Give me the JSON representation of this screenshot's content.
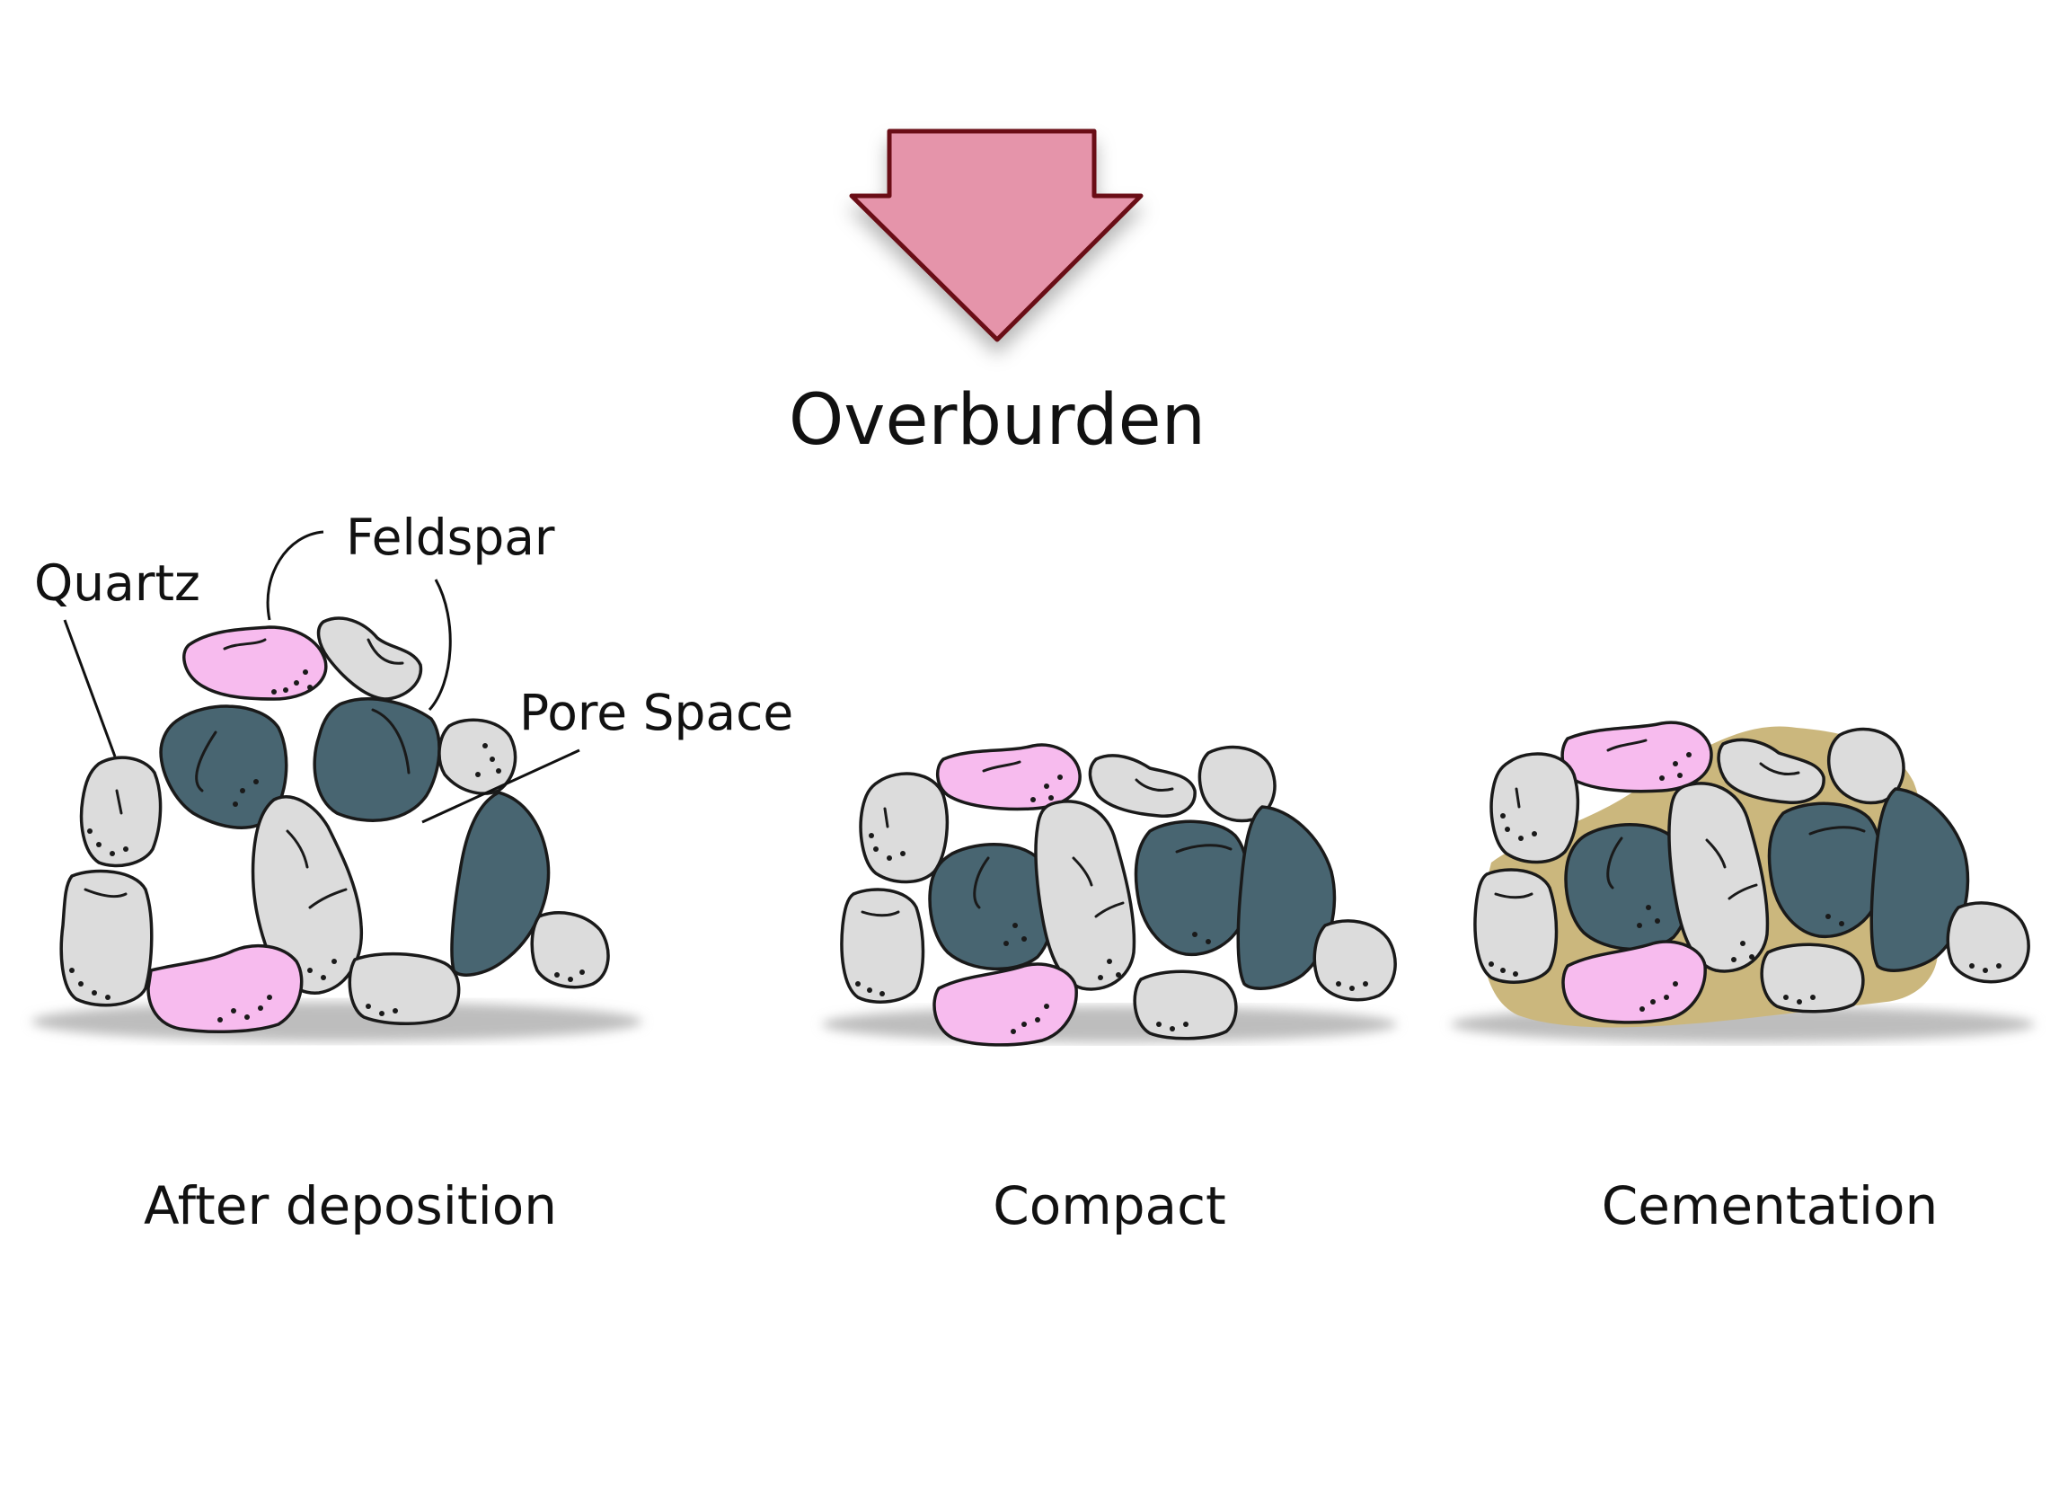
{
  "title": "Overburden",
  "stages": [
    {
      "caption": "After deposition"
    },
    {
      "caption": "Compact"
    },
    {
      "caption": "Cementation"
    }
  ],
  "annotations": {
    "quartz": "Quartz",
    "feldspar": "Feldspar",
    "pore_space": "Pore Space"
  },
  "colors": {
    "arrow_fill": "#e594aa",
    "arrow_stroke": "#6a0f14",
    "quartz": "#dcdcdc",
    "feldspar_pink": "#f7bbee",
    "dark_grain": "#486571",
    "cement": "#cbb77d",
    "ground_shadow": "#bdbdbd"
  }
}
